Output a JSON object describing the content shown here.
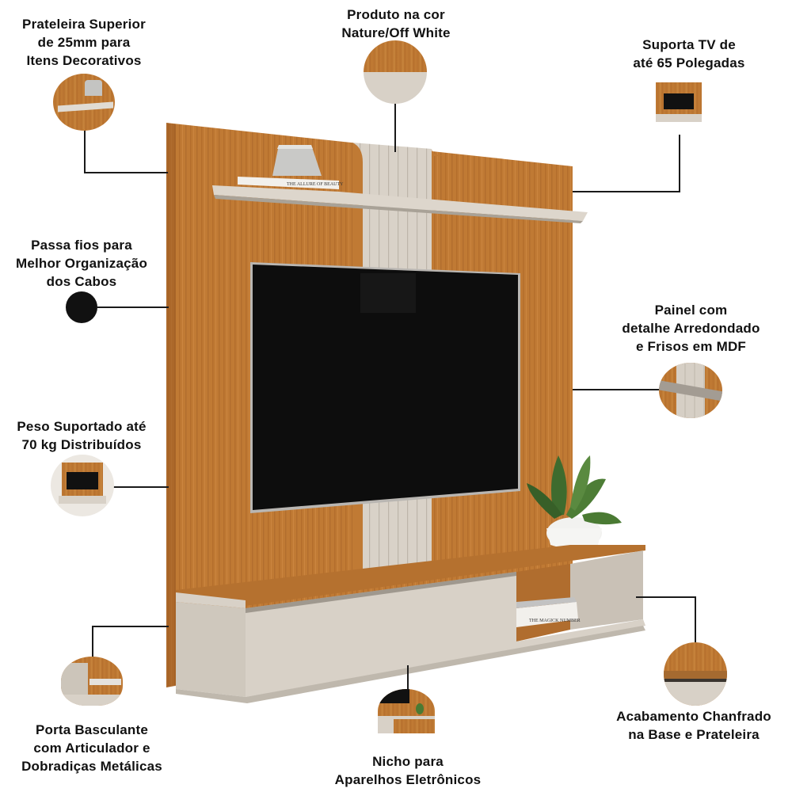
{
  "colors": {
    "wood": "#c07a34",
    "wood_dark": "#a9652a",
    "off_white": "#d8d1c7",
    "tv_screen": "#0d0d0d",
    "line": "#1a1a1a",
    "text": "#111111"
  },
  "callouts": {
    "top_shelf": {
      "label": "Prateleira Superior\nde 25mm para\nItens Decorativos"
    },
    "color": {
      "label": "Produto na cor\nNature/Off White"
    },
    "tv_support": {
      "label": "Suporta TV de\naté 65 Polegadas"
    },
    "cable_pass": {
      "label": "Passa fios para\nMelhor Organização\ndos Cabos"
    },
    "panel_detail": {
      "label": "Painel com\ndetalhe Arredondado\ne Frisos em MDF"
    },
    "weight": {
      "label": "Peso Suportado até\n70 kg Distribuídos"
    },
    "door": {
      "label": "Porta Basculante\ncom Articulador e\nDobradiças Metálicas"
    },
    "niche": {
      "label": "Nicho para\nAparelhos Eletrônicos"
    },
    "chamfer": {
      "label": "Acabamento Chanfrado\nna Base e Prateleira"
    }
  },
  "product": {
    "book_top": "THE ALLURE OF BEAUTY",
    "book_bottom": "THE MAGICK NUMBER"
  }
}
